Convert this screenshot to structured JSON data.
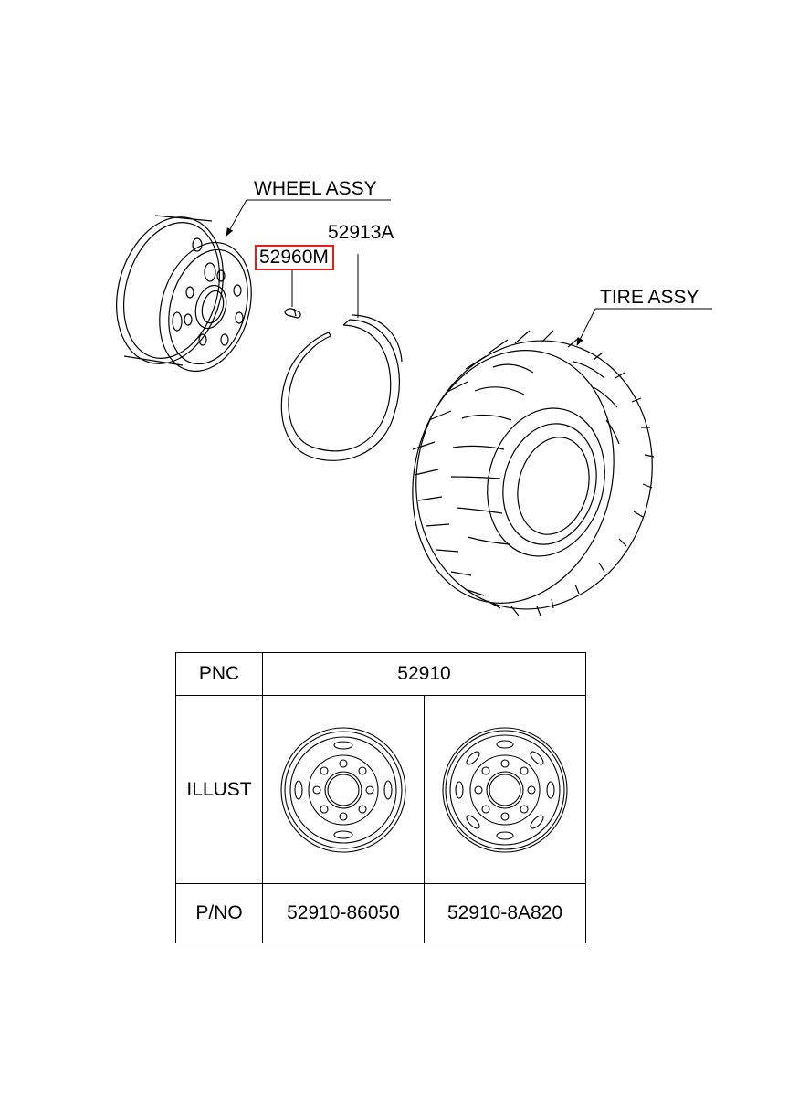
{
  "callouts": {
    "wheel_assy": "WHEEL ASSY",
    "ring": "52913A",
    "highlighted_part": "52960M",
    "tire_assy": "TIRE ASSY"
  },
  "colors": {
    "highlight_border": "#e02020",
    "line": "#000000",
    "background": "#ffffff"
  },
  "table": {
    "row_labels": {
      "pnc": "PNC",
      "illust": "ILLUST",
      "pno": "P/NO"
    },
    "pnc_value": "52910",
    "variants": [
      {
        "part_number": "52910-86050",
        "illustration": "wheel-8-hole-4-slot-icon"
      },
      {
        "part_number": "52910-8A820",
        "illustration": "wheel-8-hole-8-slot-icon"
      }
    ]
  }
}
